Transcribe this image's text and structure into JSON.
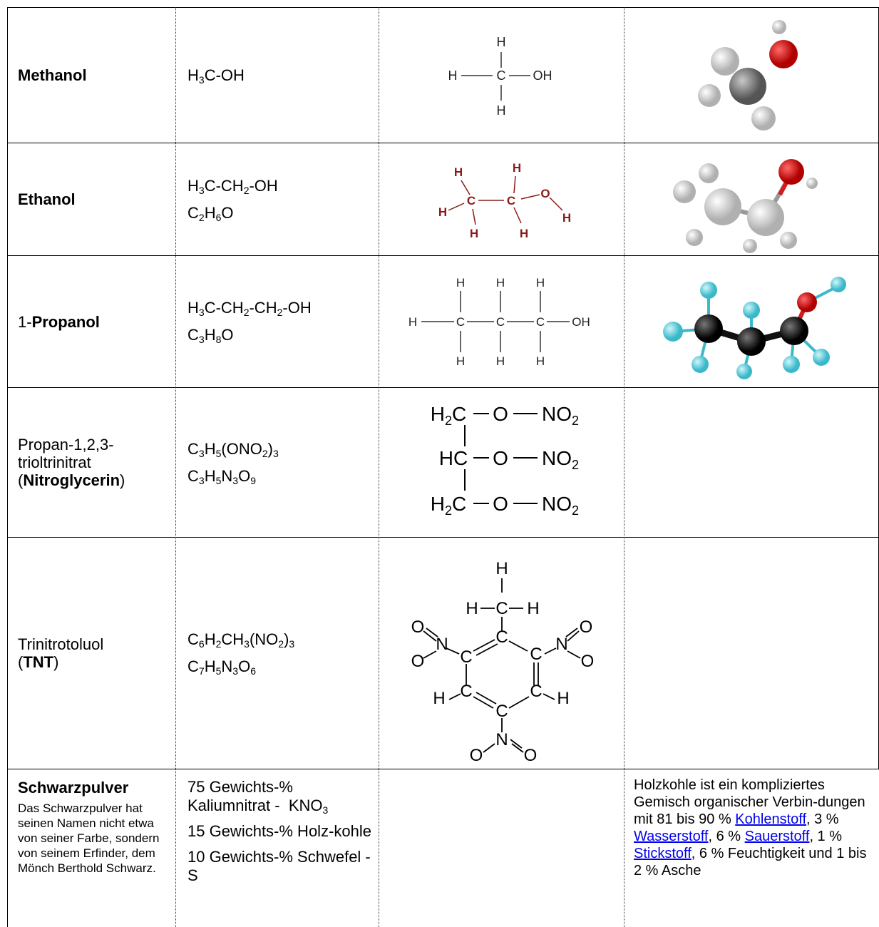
{
  "rows": [
    {
      "name": "Methanol",
      "formula1": "H3C-OH"
    },
    {
      "name": "Ethanol",
      "formula1": "H3C-CH2-OH",
      "formula2": "C2H6O"
    },
    {
      "name_prefix": "1-",
      "name_bold": "Propanol",
      "formula1": "H3C-CH2-CH2-OH",
      "formula2": "C3H8O"
    },
    {
      "name_line1": "Propan-1,2,3-",
      "name_line2": "trioltrinitrat",
      "name_bold": "Nitroglycerin",
      "formula1": "C3H5(ONO2)3",
      "formula2": "C3H5N3O9"
    },
    {
      "name_line1": "Trinitrotoluol",
      "name_bold": "TNT",
      "formula1": "C6H2CH3(NO2)3",
      "formula2": "C7H5N3O6"
    },
    {
      "name": "Schwarzpulver",
      "description": "Das Schwarzpulver hat seinen Namen nicht etwa von seiner Farbe, sondern von seinem Erfinder, dem Mönch Berthold Schwarz.",
      "composition": [
        {
          "text": "75 Gewichts-% Kaliumnitrat -",
          "formula": "KNO3"
        },
        {
          "text": "15 Gewichts-% Holz-kohle"
        },
        {
          "text": "10 Gewichts-% Schwefel - S"
        }
      ],
      "note": {
        "intro": "Holzkohle ist ein kompliziertes Gemisch organischer Verbin-dungen mit 81 bis 90 %",
        "link1": "Kohlenstoff",
        "t1": ", 3 %",
        "link2": "Wasserstoff",
        "t2": ", 6 %",
        "link3": "Sauerstoff",
        "t3": ", 1 %",
        "link4": "Stickstoff",
        "t4": ", 6 % Feuchtigkeit und 1 bis 2 % Asche"
      }
    }
  ],
  "atoms": {
    "H": "H",
    "C": "C",
    "OH": "OH",
    "O": "O",
    "N": "N",
    "NO2": "NO2",
    "H2C": "H2C",
    "HC": "HC"
  },
  "colors": {
    "oxygen": "#d41c1c",
    "carbon_grey": "#808080",
    "hydrogen_white": "#e8e8e8",
    "carbon_black": "#111111",
    "hydrogen_cyan": "#5fd8e6",
    "ethanol_red": "#8b1a1a",
    "link": "#0000ee"
  }
}
